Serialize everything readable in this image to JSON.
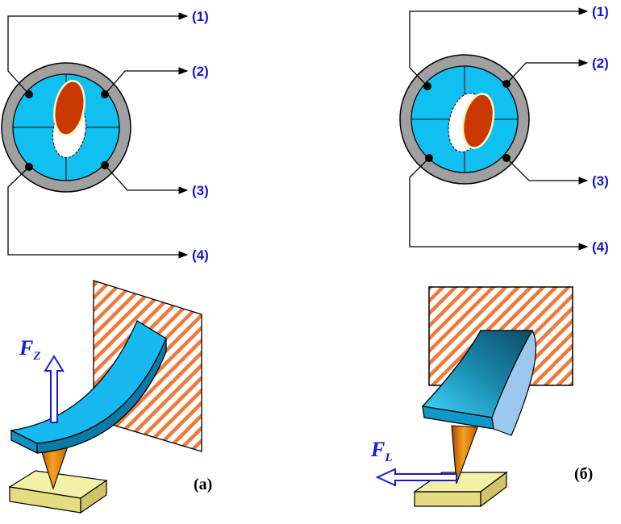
{
  "figure_a": {
    "detector": {
      "labels": [
        "(1)",
        "(2)",
        "(3)",
        "(4)"
      ]
    },
    "force": {
      "symbol": "F",
      "subscript": "Z"
    },
    "caption": "(а)"
  },
  "figure_b": {
    "detector": {
      "labels": [
        "(1)",
        "(2)",
        "(3)",
        "(4)"
      ]
    },
    "force": {
      "symbol": "F",
      "subscript": "L"
    },
    "caption": "(б)"
  },
  "colors": {
    "quadrant": "#10c0f0",
    "ring": "#a0a0a0",
    "spot": "#c83800",
    "label": "#1414d2",
    "hatch": "#f07838",
    "sample": "#f4f0a8",
    "tip": "#f08c10"
  }
}
